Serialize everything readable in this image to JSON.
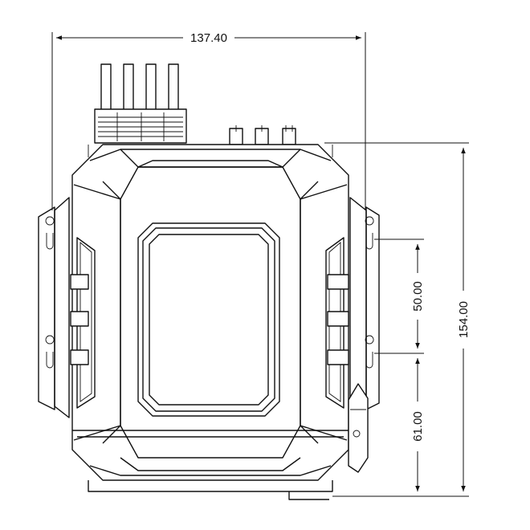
{
  "dimensions": {
    "width": "137.40",
    "height_total": "154.00",
    "hole_spacing": "50.00",
    "lower_offset": "61.00"
  }
}
